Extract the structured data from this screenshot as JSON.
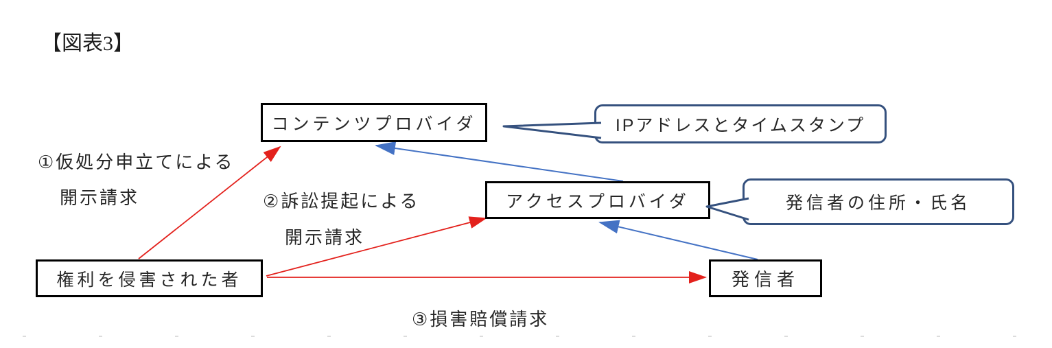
{
  "figure": {
    "title": "【図表3】"
  },
  "nodes": {
    "content_provider": {
      "label": "コンテンツプロバイダ"
    },
    "access_provider": {
      "label": "アクセスプロバイダ"
    },
    "injured_party": {
      "label": "権利を侵害された者"
    },
    "sender": {
      "label": "発信者"
    }
  },
  "callouts": {
    "ip_timestamp": {
      "label": "IPアドレスとタイムスタンプ"
    },
    "sender_address_name": {
      "label": "発信者の住所・氏名"
    }
  },
  "arrow_labels": {
    "step1": {
      "line1": "①仮処分申立てによる",
      "line2": "開示請求"
    },
    "step2": {
      "line1": "②訴訟提起による",
      "line2": "開示請求"
    },
    "step3": {
      "line1": "③損害賠償請求"
    }
  },
  "colors": {
    "request_arrow_red": "#e3211c",
    "info_arrow_blue": "#4472c4",
    "callout_border_blue": "#35517e",
    "node_border_black": "#000000"
  }
}
